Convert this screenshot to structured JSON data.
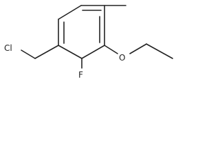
{
  "molecule": {
    "labels": {
      "chlorine": "Cl",
      "fluorine": "F",
      "oxygen": "O"
    }
  },
  "colors": {
    "bond": "#222222",
    "label": "#222222",
    "background": "#ffffff"
  }
}
